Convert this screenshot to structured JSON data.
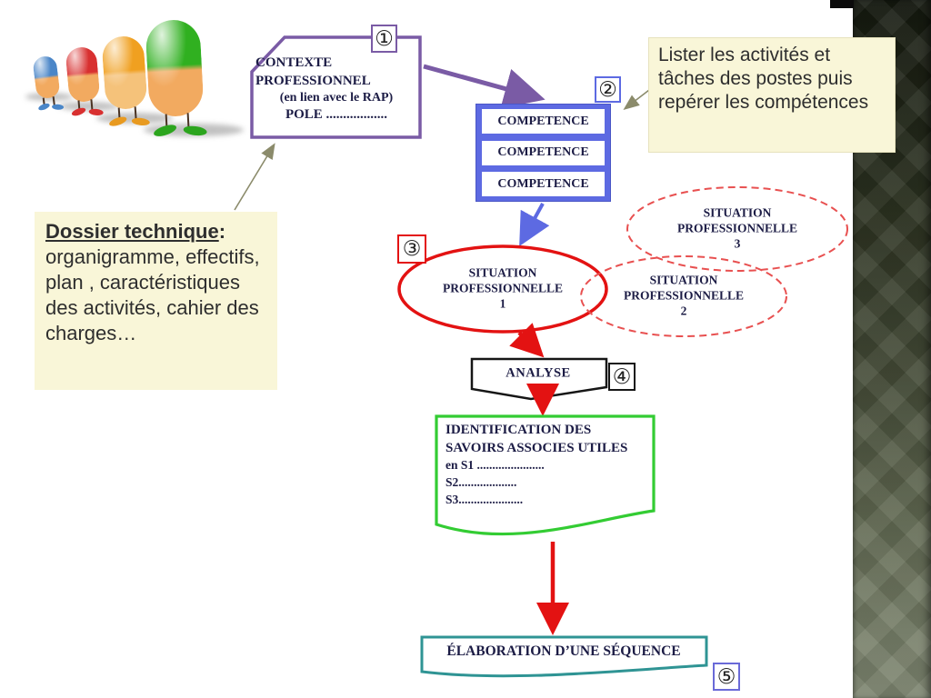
{
  "callout": {
    "text": "Lister les activités et tâches des postes puis repérer les compétences"
  },
  "dossier": {
    "title": "Dossier technique",
    "colon": ":",
    "body": "organigramme, effectifs, plan , caractéristiques des activités, cahier des charges…"
  },
  "contexte": {
    "lines": [
      "CONTEXTE",
      "PROFESSIONNEL",
      "(en lien avec le RAP)",
      "POLE .................."
    ]
  },
  "competence": {
    "items": [
      "COMPETENCE",
      "COMPETENCE",
      "COMPETENCE"
    ]
  },
  "situations": {
    "sp1": {
      "lines": [
        "SITUATION",
        "PROFESSIONNELLE",
        "1"
      ]
    },
    "sp2": {
      "lines": [
        "SITUATION",
        "PROFESSIONNELLE",
        "2"
      ]
    },
    "sp3": {
      "lines": [
        "SITUATION",
        "PROFESSIONNELLE",
        "3"
      ]
    }
  },
  "analyse": {
    "label": "ANALYSE"
  },
  "identification": {
    "lines": [
      "IDENTIFICATION DES",
      "SAVOIRS ASSOCIES UTILES",
      "en S1 ......................",
      "S2...................",
      "S3....................."
    ]
  },
  "elaboration": {
    "label": "ÉLABORATION D’UNE SÉQUENCE"
  },
  "badges": {
    "s1": "①",
    "s2": "②",
    "s3": "③",
    "s4": "④",
    "s5": "⑤"
  },
  "colors": {
    "purple": "#7a5ba5",
    "blue": "#5d6ae2",
    "red": "#e31212",
    "red_dashed": "#e85050",
    "green": "#33cc33",
    "teal": "#2f9494",
    "olive_line": "#8b8b6b",
    "note_bg": "#f9f6d8",
    "strip_top": "#14180f",
    "strip_bottom": "#7d8570"
  }
}
